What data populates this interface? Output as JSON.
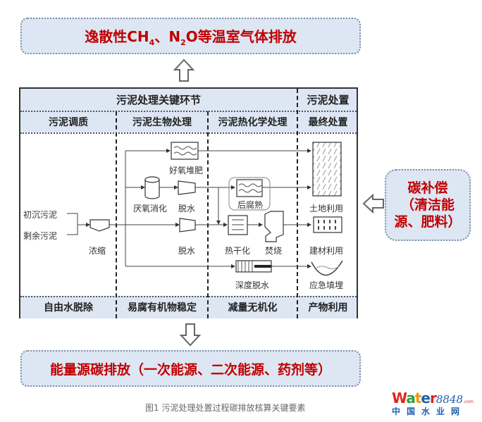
{
  "emission_top": {
    "prefix": "逸散性CH",
    "sub1": "4",
    "mid": "、N",
    "sub2": "2",
    "suffix": "O等温室气体排放"
  },
  "table": {
    "header_main": "污泥处理关键环节",
    "header_disposal": "污泥处置",
    "columns": [
      "污泥调质",
      "污泥生物处理",
      "污泥热化学处理",
      "最终处置"
    ],
    "footer": [
      "自由水脱除",
      "易腐有机物稳定",
      "减量无机化",
      "产物利用"
    ]
  },
  "process": {
    "inputs": [
      "初沉污泥",
      "剩余污泥"
    ],
    "thickening": "浓缩",
    "aerobic_composting": "好氧堆肥",
    "anaerobic_digestion": "厌氧消化",
    "dewatering_1": "脱水",
    "dewatering_2": "脱水",
    "post_maturation": "后腐熟",
    "thermal_drying": "热干化",
    "incineration": "焚烧",
    "deep_dewatering": "深度脱水",
    "land_use": "土地利用",
    "building_material": "建材利用",
    "emergency_landfill": "应急填埋"
  },
  "carbon_offset": {
    "line1": "碳补偿",
    "line2": "（清洁能",
    "line3": "源、肥料）"
  },
  "emission_bottom": "能量源碳排放（一次能源、二次能源、药剂等）",
  "caption": "图1 污泥处理处置过程碳排放核算关键要素",
  "watermark": {
    "brand_letters": [
      "W",
      "a",
      "t",
      "e",
      "r"
    ],
    "brand_colors": [
      "#e2231a",
      "#2a9d3c",
      "#f29500",
      "#1f5fb0",
      "#e2231a"
    ],
    "number": "8848",
    "domain": ".com",
    "chinese": "中国水业网"
  }
}
